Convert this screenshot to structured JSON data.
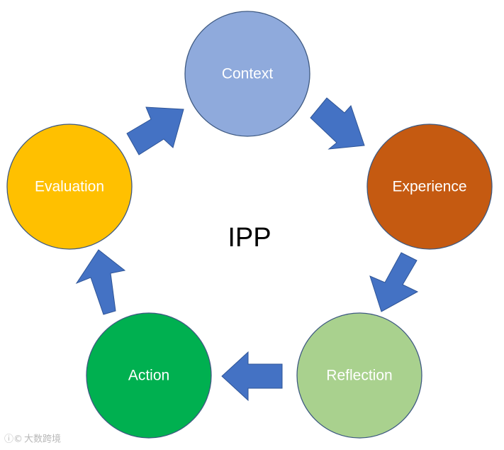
{
  "diagram": {
    "center_label": "IPP",
    "nodes": [
      {
        "id": "context",
        "label": "Context",
        "color": "#8faadc"
      },
      {
        "id": "experience",
        "label": "Experience",
        "color": "#c55a11"
      },
      {
        "id": "reflection",
        "label": "Reflection",
        "color": "#a9d18e"
      },
      {
        "id": "action",
        "label": "Action",
        "color": "#00b050"
      },
      {
        "id": "evaluation",
        "label": "Evaluation",
        "color": "#ffc000"
      }
    ],
    "cycle": [
      {
        "from": "context",
        "to": "experience"
      },
      {
        "from": "experience",
        "to": "reflection"
      },
      {
        "from": "reflection",
        "to": "action"
      },
      {
        "from": "action",
        "to": "evaluation"
      },
      {
        "from": "evaluation",
        "to": "context"
      }
    ],
    "arrow_color": "#4472c4",
    "watermark": "大数跨境"
  }
}
